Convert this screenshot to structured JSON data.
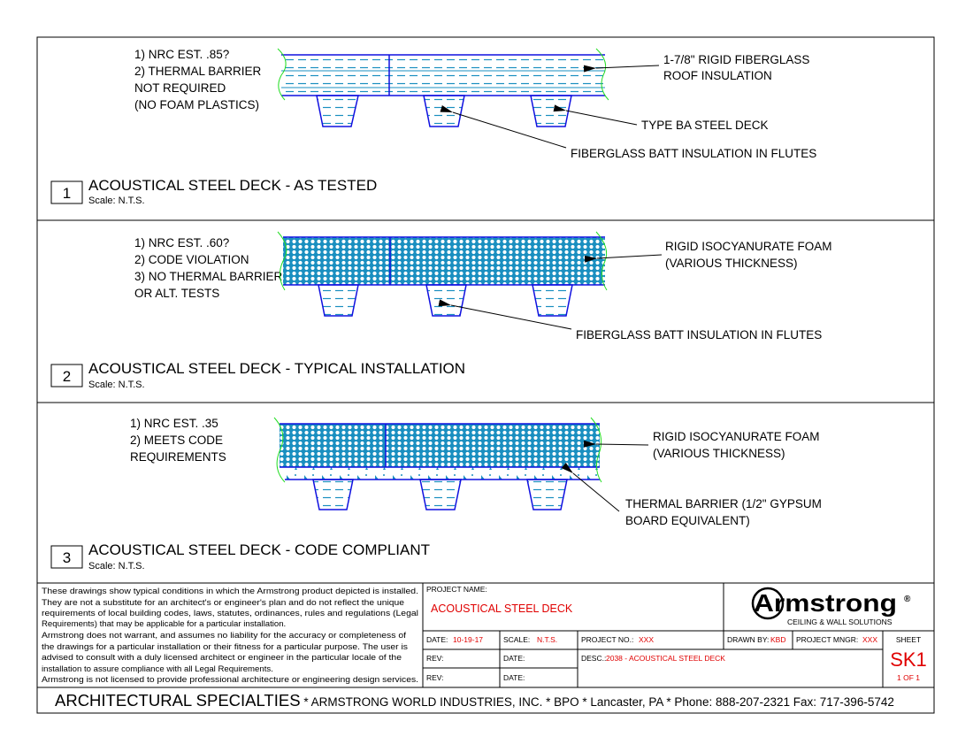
{
  "details": [
    {
      "number": "1",
      "title": "ACOUSTICAL STEEL DECK - AS TESTED",
      "scale": "Scale: N.T.S.",
      "notes": [
        "1) NRC EST. .85?",
        "2) THERMAL BARRIER",
        "NOT REQUIRED",
        "(NO FOAM PLASTICS)"
      ],
      "callouts": [
        "1-7/8\" RIGID FIBERGLASS",
        "ROOF INSULATION",
        "TYPE BA STEEL DECK",
        "FIBERGLASS BATT INSULATION IN FLUTES"
      ]
    },
    {
      "number": "2",
      "title": "ACOUSTICAL STEEL DECK - TYPICAL INSTALLATION",
      "scale": "Scale: N.T.S.",
      "notes": [
        "1) NRC EST. .60?",
        "2) CODE VIOLATION",
        "3) NO THERMAL BARRIER",
        "OR ALT. TESTS"
      ],
      "callouts": [
        "RIGID ISOCYANURATE FOAM",
        "(VARIOUS THICKNESS)",
        "FIBERGLASS BATT INSULATION IN FLUTES"
      ]
    },
    {
      "number": "3",
      "title": "ACOUSTICAL STEEL DECK - CODE COMPLIANT",
      "scale": "Scale: N.T.S.",
      "notes": [
        "1) NRC EST. .35",
        "2) MEETS CODE",
        "REQUIREMENTS"
      ],
      "callouts": [
        "RIGID ISOCYANURATE FOAM",
        "(VARIOUS THICKNESS)",
        "THERMAL BARRIER (1/2\" GYPSUM",
        "BOARD EQUIVALENT)"
      ]
    }
  ],
  "disclaimer": [
    "These drawings show typical conditions in which the Armstrong product depicted is installed.",
    "They are not a substitute for an architect's or engineer's plan and do not reflect the unique",
    "requirements of  local building codes, laws, statutes, ordinances, rules and regulations (Legal",
    "Requirements) that may be applicable for a particular installation.",
    "Armstrong does not warrant, and assumes no liability for the accuracy or completeness of",
    "the drawings for a particular installation or their fitness for a particular purpose. The user is",
    "advised to consult with a duly licensed architect or engineer in the particular locale of the",
    "installation to assure compliance with all Legal Requirements.",
    "Armstrong is not licensed to provide professional architecture or engineering design services."
  ],
  "title_block": {
    "project_name_label": "PROJECT NAME:",
    "project_name": "ACOUSTICAL STEEL DECK",
    "logo_text": "Armstrong",
    "logo_sub": "CEILING & WALL SOLUTIONS",
    "date_label": "DATE:",
    "date": "10-19-17",
    "scale_label": "SCALE:",
    "scale": "N.T.S.",
    "project_no_label": "PROJECT NO.:",
    "project_no": "XXX",
    "drawn_by_label": "DRAWN BY:",
    "drawn_by": "KBD",
    "project_mngr_label": "PROJECT MNGR:",
    "project_mngr": "XXX",
    "sheet_label": "SHEET",
    "sheet": "SK1",
    "sheet_of": "1 OF 1",
    "rev_label": "REV:",
    "rev_date_label": "DATE:",
    "desc_label": "DESC.:",
    "desc": "2038 - ACOUSTICAL STEEL DECK"
  },
  "footer": {
    "company": "ARCHITECTURAL SPECIALTIES",
    "details": " * ARMSTRONG WORLD INDUSTRIES, INC. * BPO * Lancaster, PA * Phone: 888-207-2321 Fax: 717-396-5742"
  },
  "colors": {
    "outline": "#1010e0",
    "hatch": "#1a8fc0",
    "break": "#22dd22",
    "annotation": "#e00000"
  }
}
